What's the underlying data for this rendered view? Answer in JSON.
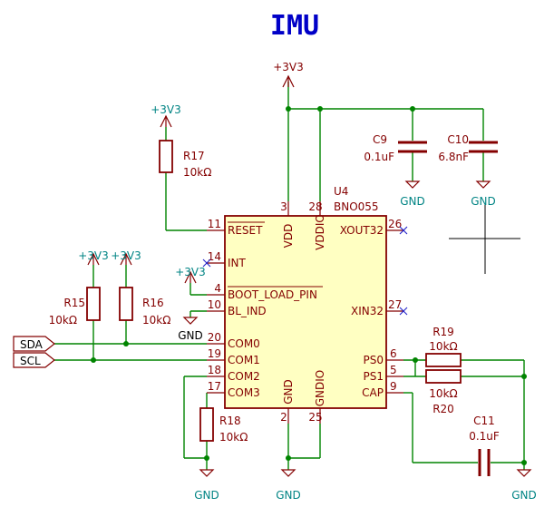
{
  "title": "IMU",
  "power": {
    "top": "+3V3",
    "r17": "+3V3",
    "r15": "+3V3",
    "r16": "+3V3",
    "boot": "+3V3"
  },
  "ground": {
    "bl": "GND",
    "c9": "GND",
    "c10": "GND",
    "r18": "GND",
    "ic": "GND",
    "c11": "GND"
  },
  "ic": {
    "ref": "U4",
    "value": "BNO055",
    "left_pins": [
      {
        "num": "11",
        "name": "RESET"
      },
      {
        "num": "14",
        "name": "INT"
      },
      {
        "num": "4",
        "name": "BOOT_LOAD_PIN"
      },
      {
        "num": "10",
        "name": "BL_IND"
      },
      {
        "num": "20",
        "name": "COM0"
      },
      {
        "num": "19",
        "name": "COM1"
      },
      {
        "num": "18",
        "name": "COM2"
      },
      {
        "num": "17",
        "name": "COM3"
      }
    ],
    "right_pins": [
      {
        "num": "26",
        "name": "XOUT32"
      },
      {
        "num": "27",
        "name": "XIN32"
      },
      {
        "num": "6",
        "name": "PS0"
      },
      {
        "num": "5",
        "name": "PS1"
      },
      {
        "num": "9",
        "name": "CAP"
      }
    ],
    "top_pins": [
      {
        "num": "3",
        "name": "VDD"
      },
      {
        "num": "28",
        "name": "VDDIO"
      }
    ],
    "bottom_pins": [
      {
        "num": "2",
        "name": "GND"
      },
      {
        "num": "25",
        "name": "GNDIO"
      }
    ]
  },
  "components": {
    "r15": {
      "ref": "R15",
      "value": "10kΩ"
    },
    "r16": {
      "ref": "R16",
      "value": "10kΩ"
    },
    "r17": {
      "ref": "R17",
      "value": "10kΩ"
    },
    "r18": {
      "ref": "R18",
      "value": "10kΩ"
    },
    "r19": {
      "ref": "R19",
      "value": "10kΩ"
    },
    "r20": {
      "ref": "R20",
      "value": "10kΩ"
    },
    "c9": {
      "ref": "C9",
      "value": "0.1uF"
    },
    "c10": {
      "ref": "C10",
      "value": "6.8nF"
    },
    "c11": {
      "ref": "C11",
      "value": "0.1uF"
    }
  },
  "nets": {
    "sda": "SDA",
    "scl": "SCL"
  }
}
